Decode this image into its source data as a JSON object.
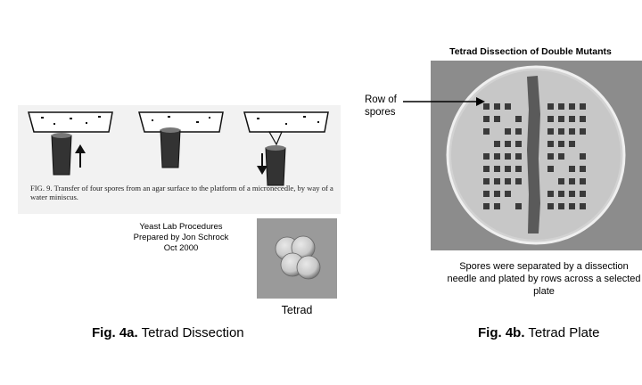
{
  "left": {
    "fig9_caption": "FIG. 9. Transfer of four spores from an agar surface to the platform of a micronecedle, by way of a water miniscus.",
    "credit_lines": [
      "Yeast Lab Procedures",
      "Prepared by Jon Schrock",
      "Oct 2000"
    ],
    "tetrad_label": "Tetrad",
    "fig_label_bold": "Fig. 4a.",
    "fig_label_text": "Tetrad Dissection"
  },
  "right": {
    "title": "Tetrad Dissection of Double Mutants",
    "row_label_lines": [
      "Row of",
      "spores"
    ],
    "description": "Spores were separated by a dissection needle and plated by rows across a selected plate",
    "fig_label_bold": "Fig. 4b.",
    "fig_label_text": "Tetrad Plate"
  }
}
